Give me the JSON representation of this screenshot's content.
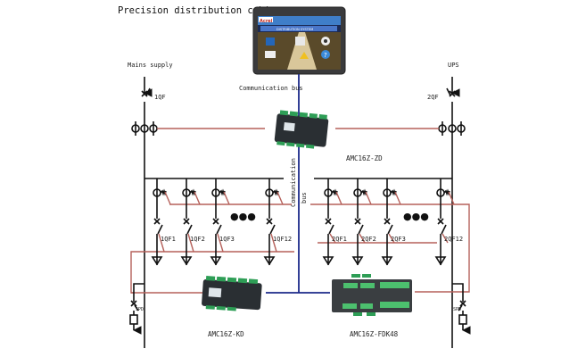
{
  "title": "Precision distribution cabinet",
  "sources": {
    "left": {
      "label": "Mains supply",
      "breaker": "1QF"
    },
    "right": {
      "label": "UPS",
      "breaker": "2QF"
    }
  },
  "communication_bus": {
    "top_label": "Communication bus",
    "vertical_label_1": "Communication",
    "vertical_label_2": "bus"
  },
  "devices": {
    "hmi_screen": {
      "brand": "Acrel",
      "banner": "DISTRIBUTION SYSTEM"
    },
    "main_meter": {
      "label": "AMC16Z-ZD"
    },
    "left_branch_meter": {
      "label": "AMC16Z-KD"
    },
    "right_branch_meter": {
      "label": "AMC16Z-FDK48"
    }
  },
  "branches": {
    "left": [
      "1QF1",
      "1QF2",
      "1QF3",
      "1QF12"
    ],
    "right": [
      "2QF1",
      "2QF2",
      "2QF3",
      "2QF12"
    ],
    "ellipsis": "●●●"
  },
  "spd": {
    "left": "SPD",
    "right": "SPD"
  },
  "colors": {
    "power_wire": "#111111",
    "signal_wire": "#b5605a",
    "comm_bus": "#1c2a8a",
    "device_body": "#2a2f33",
    "terminal": "#2e9e56"
  }
}
